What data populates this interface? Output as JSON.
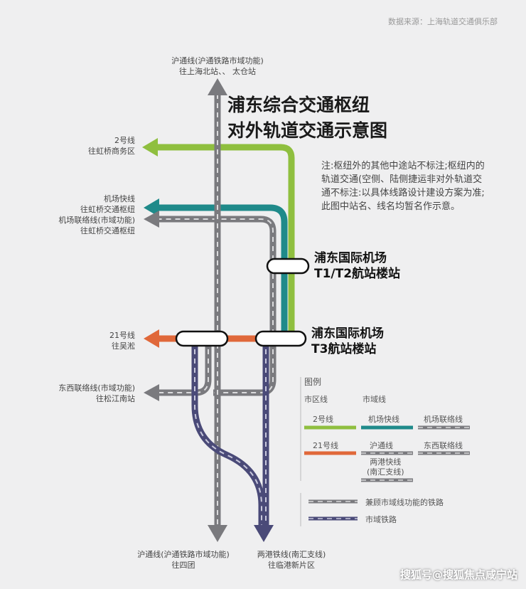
{
  "source": "数据来源：上海轨道交通俱乐部",
  "title": [
    "浦东综合交通枢纽",
    "对外轨道交通示意图"
  ],
  "note": "注:枢纽外的其他中途站不标注;枢纽内的轨道交通(空侧、陆侧捷运非对外轨道交通不标注:以具体线路设计建设方案为准;此图中站名、线名均暂名作示意。",
  "top_label": [
    "沪通线(沪通铁路市域功能)",
    "往上海北站、、 太仓站"
  ],
  "left_labels": {
    "line2": [
      "2号线",
      "往虹桥商务区"
    ],
    "airport": [
      "机场快线",
      "往虹桥交通枢纽"
    ],
    "airport_link": [
      "机场联络线(市域功能)",
      "往虹桥交通枢纽"
    ],
    "line21": [
      "21号线",
      "往吴淞"
    ],
    "east_west": [
      "东西联络线(市域功能)",
      "往松江南站"
    ]
  },
  "stations": {
    "t1t2": [
      "浦东国际机场",
      "T1/T2航站楼站"
    ],
    "t3": [
      "浦东国际机场",
      "T3航站楼站"
    ]
  },
  "bottom_labels": {
    "hutong": [
      "沪通线(沪通铁路市域功能)",
      "往四团"
    ],
    "lianggang": [
      "两港铁线(南汇支线)",
      "往临港新片区"
    ]
  },
  "legend": {
    "title": "图例",
    "metro_header": "市区线",
    "suburban_header": "市域线",
    "items": {
      "line2": "2号线",
      "airport_express": "机场快线",
      "airport_link": "机场联络线",
      "line21": "21号线",
      "hutong": "沪通线",
      "east_west": "东西联络线",
      "lianggang": "两港快线\n(南汇支线)"
    },
    "rail_dual": "兼顾市域线功能的铁路",
    "rail_suburban": "市域铁路"
  },
  "colors": {
    "line2": "#8fbf3f",
    "airport_express": "#1f8a8a",
    "line21": "#e0683a",
    "grey_rail": "#7a7a7e",
    "purple_rail": "#4a4a78"
  },
  "watermark": "搜狐号@搜狐焦点咸宁站"
}
